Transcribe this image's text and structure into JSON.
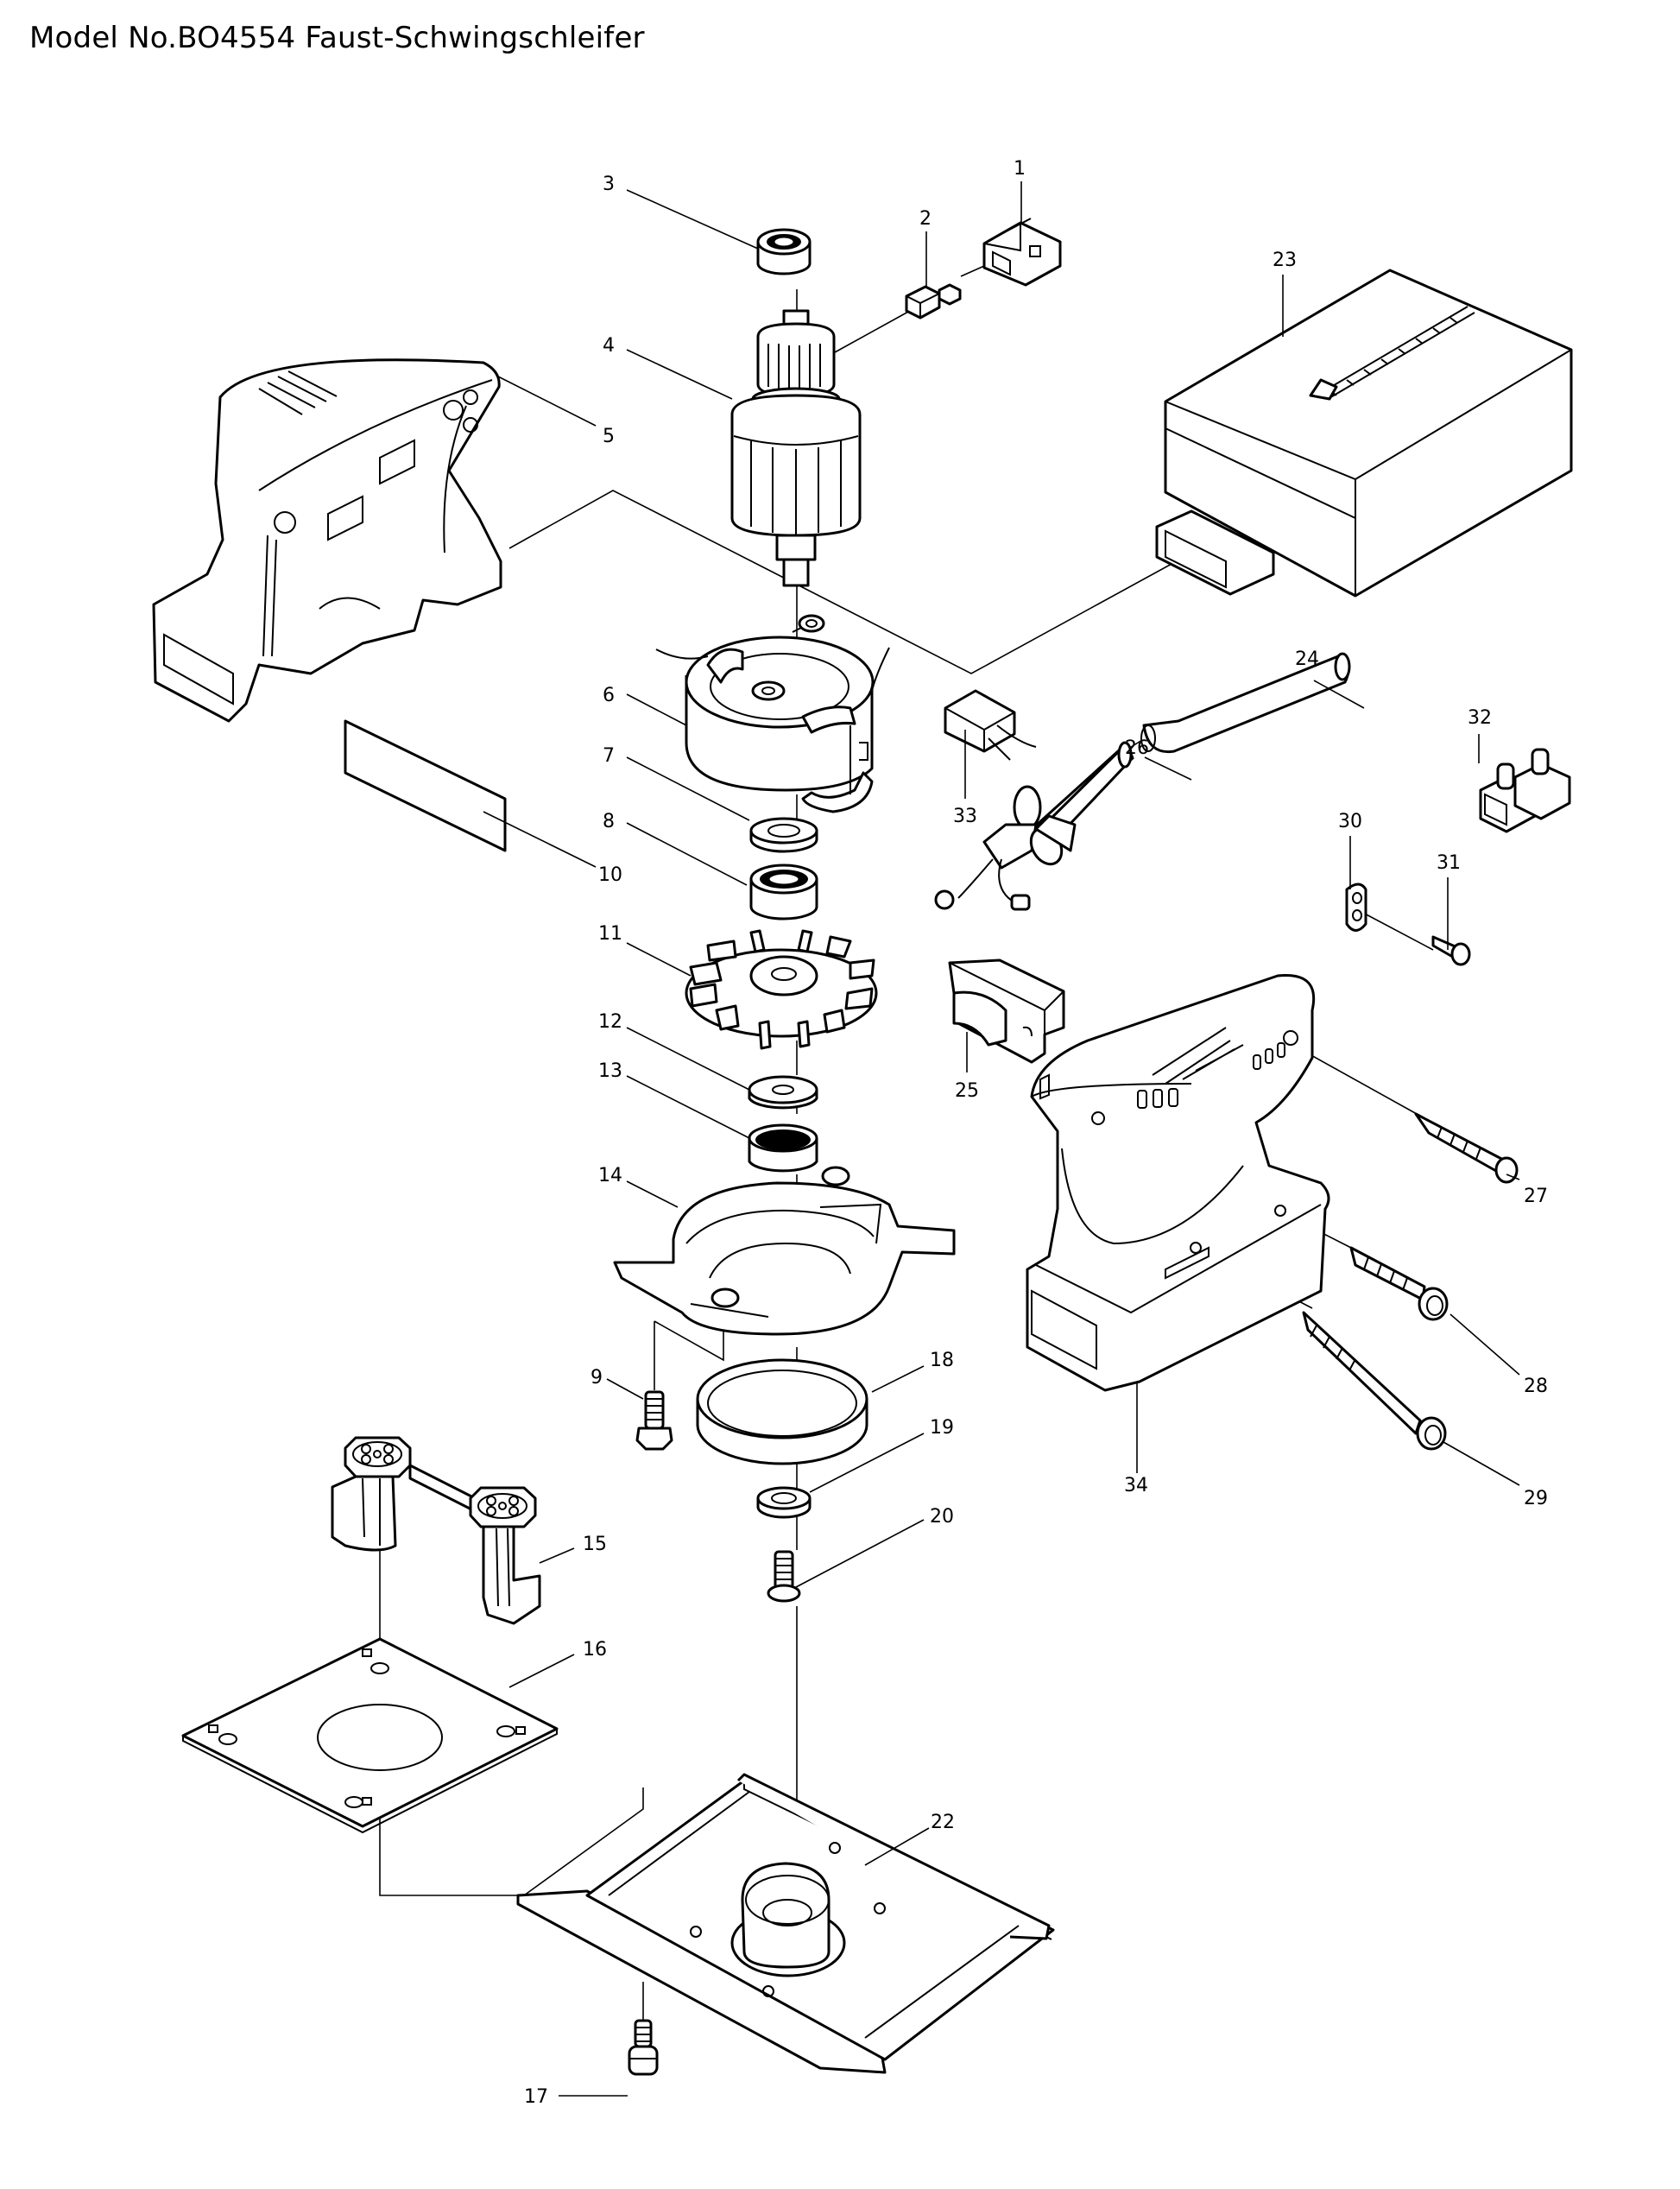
{
  "header": {
    "title": "Model No.BO4554 Faust-Schwingschleifer"
  },
  "diagram": {
    "type": "exploded-parts-diagram",
    "model": "BO4554",
    "product_name": "Faust-Schwingschleifer",
    "parts": [
      {
        "ref": "1",
        "icon": "brush-holder-icon"
      },
      {
        "ref": "2",
        "icon": "carbon-brush-icon"
      },
      {
        "ref": "3",
        "icon": "ball-bearing-icon"
      },
      {
        "ref": "4",
        "icon": "armature-icon"
      },
      {
        "ref": "5",
        "icon": "housing-half-icon"
      },
      {
        "ref": "6",
        "icon": "field-coil-icon"
      },
      {
        "ref": "7",
        "icon": "washer-icon"
      },
      {
        "ref": "8",
        "icon": "ball-bearing-icon"
      },
      {
        "ref": "9",
        "icon": "screw-icon"
      },
      {
        "ref": "10",
        "icon": "name-plate-icon"
      },
      {
        "ref": "11",
        "icon": "fan-icon"
      },
      {
        "ref": "12",
        "icon": "washer-icon"
      },
      {
        "ref": "13",
        "icon": "bearing-icon"
      },
      {
        "ref": "14",
        "icon": "bearing-box-icon"
      },
      {
        "ref": "15",
        "icon": "pad-support-icon"
      },
      {
        "ref": "16",
        "icon": "plate-icon"
      },
      {
        "ref": "17",
        "icon": "screw-icon"
      },
      {
        "ref": "18",
        "icon": "ring-icon"
      },
      {
        "ref": "19",
        "icon": "washer-icon"
      },
      {
        "ref": "20",
        "icon": "screw-icon"
      },
      {
        "ref": "22",
        "icon": "pad-icon"
      },
      {
        "ref": "23",
        "icon": "dust-bag-icon"
      },
      {
        "ref": "24",
        "icon": "cord-icon"
      },
      {
        "ref": "25",
        "icon": "switch-icon"
      },
      {
        "ref": "26",
        "icon": "cord-guard-icon"
      },
      {
        "ref": "27",
        "icon": "screw-icon"
      },
      {
        "ref": "28",
        "icon": "screw-icon"
      },
      {
        "ref": "29",
        "icon": "screw-icon"
      },
      {
        "ref": "30",
        "icon": "strain-relief-icon"
      },
      {
        "ref": "31",
        "icon": "screw-icon"
      },
      {
        "ref": "32",
        "icon": "connector-icon"
      },
      {
        "ref": "33",
        "icon": "noise-suppressor-icon"
      },
      {
        "ref": "34",
        "icon": "housing-set-icon"
      }
    ]
  }
}
